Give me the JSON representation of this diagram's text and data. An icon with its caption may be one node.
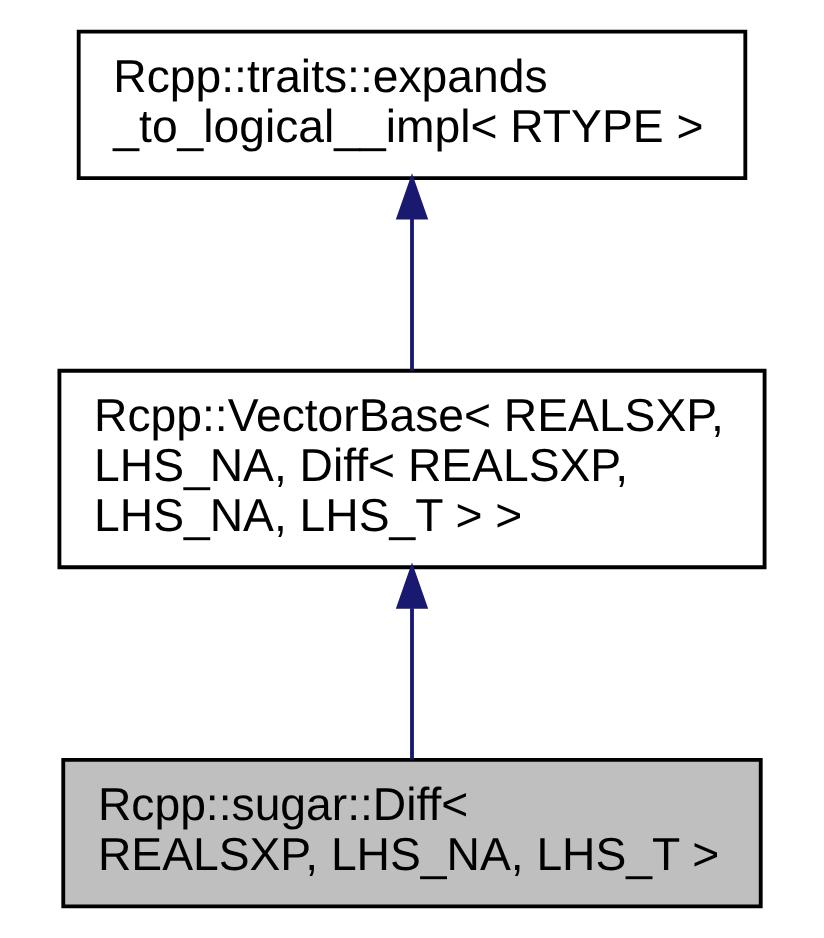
{
  "diagram": {
    "nodes": [
      {
        "text": [
          "Rcpp::traits::expands _to_logical__impl< RTYPE >"
        ]
      },
      {
        "text": [
          "Rcpp::VectorBase< REALSXP, LHS_NA, Diff< REALSXP, LHS_NA, LHS_T > >"
        ]
      },
      {
        "text": [
          "Rcpp::sugar::Diff< REALSXP, LHS_NA, LHS_T >"
        ]
      }
    ],
    "edges": [
      {
        "from": 2,
        "to": 1,
        "arrow": "to"
      },
      {
        "from": 1,
        "to": 0,
        "arrow": "to"
      }
    ]
  }
}
